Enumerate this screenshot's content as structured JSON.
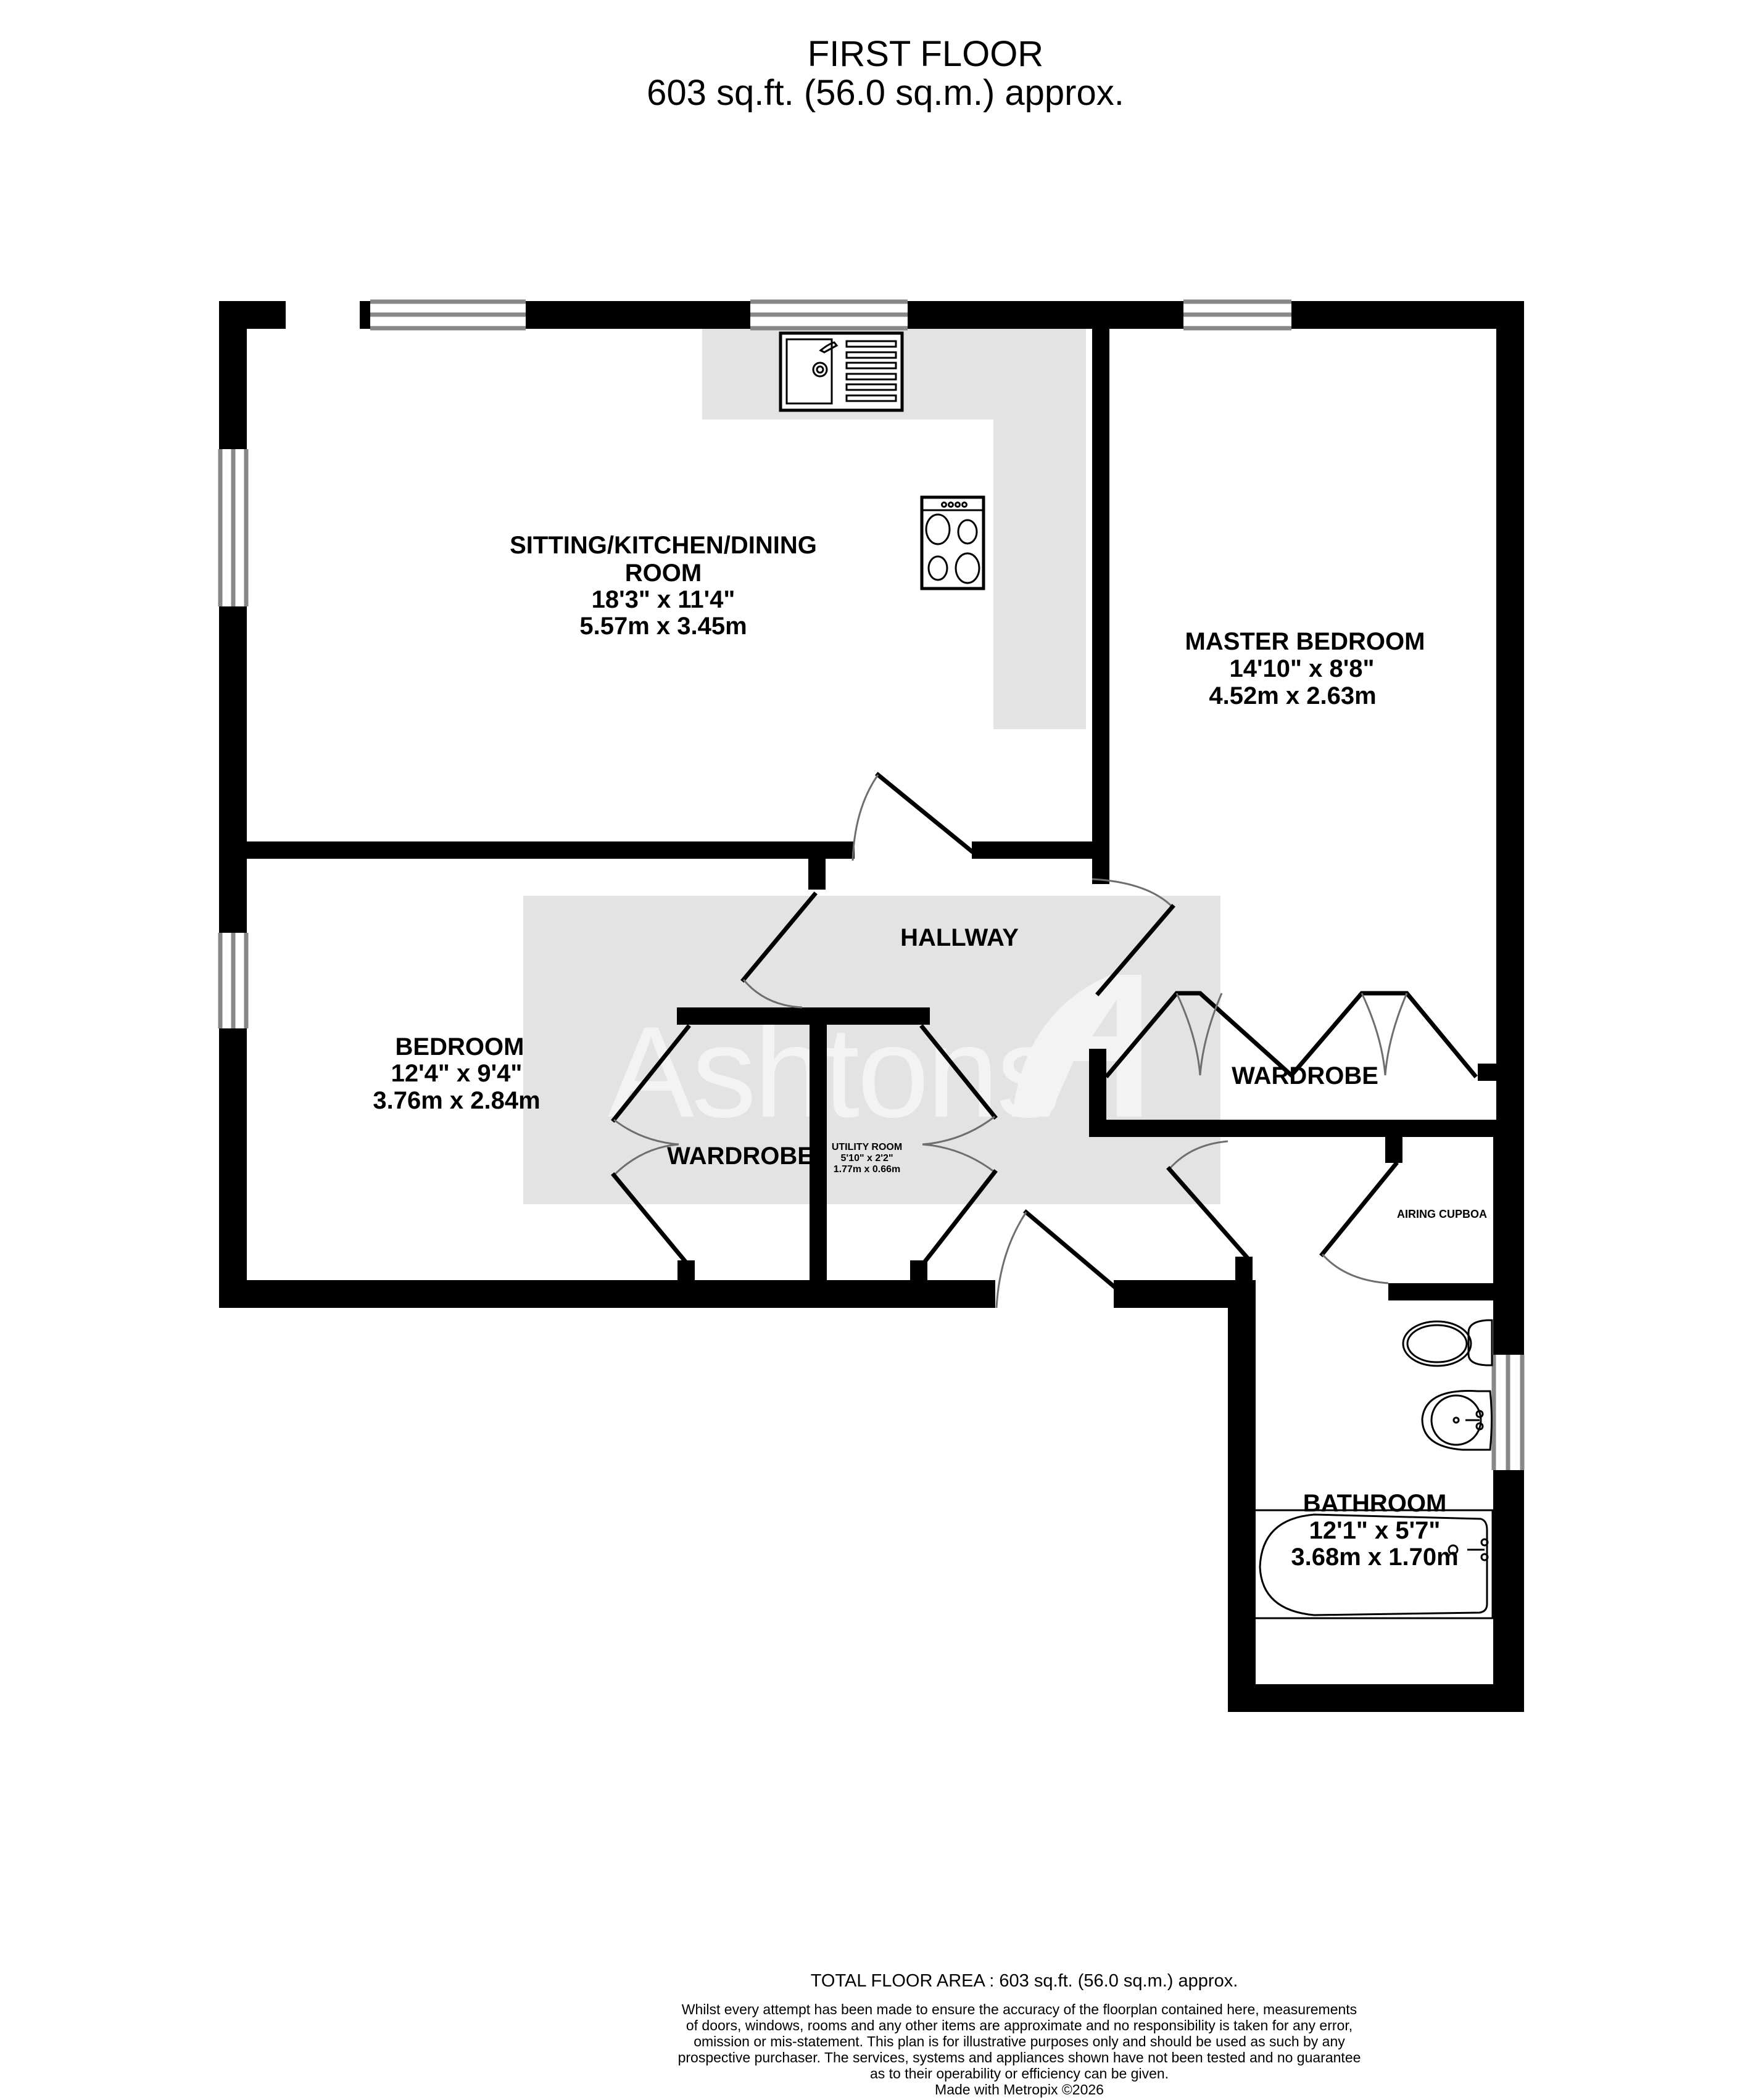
{
  "header": {
    "floor_name": "FIRST FLOOR",
    "floor_area": "603 sq.ft. (56.0 sq.m.) approx."
  },
  "watermark": {
    "brand": "Ashtons",
    "logo_letter": "A"
  },
  "rooms": {
    "sitting": {
      "name_line1": "SITTING/KITCHEN/DINING",
      "name_line2": "ROOM",
      "imperial": "18'3\"  x 11'4\"",
      "metric": "5.57m  x 3.45m"
    },
    "master_bedroom": {
      "name": "MASTER BEDROOM",
      "imperial": "14'10\"  x 8'8\"",
      "metric": "4.52m  x 2.63m"
    },
    "hallway": {
      "name": "HALLWAY"
    },
    "bedroom": {
      "name": "BEDROOM",
      "imperial": "12'4\"  x 9'4\"",
      "metric": "3.76m  x 2.84m"
    },
    "bedroom_wardrobe": {
      "name": "WARDROBE"
    },
    "utility_room": {
      "name": "UTILITY ROOM",
      "imperial": "5'10\"  x 2'2\"",
      "metric": "1.77m  x 0.66m"
    },
    "master_wardrobe": {
      "name": "WARDROBE"
    },
    "airing_cupboard": {
      "name": "AIRING CUPBOA"
    },
    "bathroom": {
      "name": "BATHROOM",
      "imperial": "12'1\"  x 5'7\"",
      "metric": "3.68m  x 1.70m"
    }
  },
  "fixtures": {
    "sink": "kitchen-sink",
    "hob": "cooker-hob",
    "toilet": "toilet",
    "basin": "wash-basin",
    "bath": "bathtub"
  },
  "footer": {
    "total_area": "TOTAL FLOOR AREA : 603 sq.ft. (56.0 sq.m.) approx.",
    "disclaimer_lines": [
      "Whilst every attempt has been made to ensure the accuracy of the floorplan contained here, measurements",
      "of doors, windows, rooms and any other items are approximate and no responsibility is taken for any error,",
      "omission or mis-statement. This plan is for illustrative purposes only and should be used as such by any",
      "prospective purchaser. The services, systems and appliances shown have not been tested and no guarantee",
      "as to their operability or efficiency can be given."
    ],
    "credit": "Made with Metropix ©2026"
  },
  "colors": {
    "wall": "#000000",
    "window_line": "#888888",
    "shade": "#e3e3e3",
    "watermark": "#f3f3f3"
  }
}
